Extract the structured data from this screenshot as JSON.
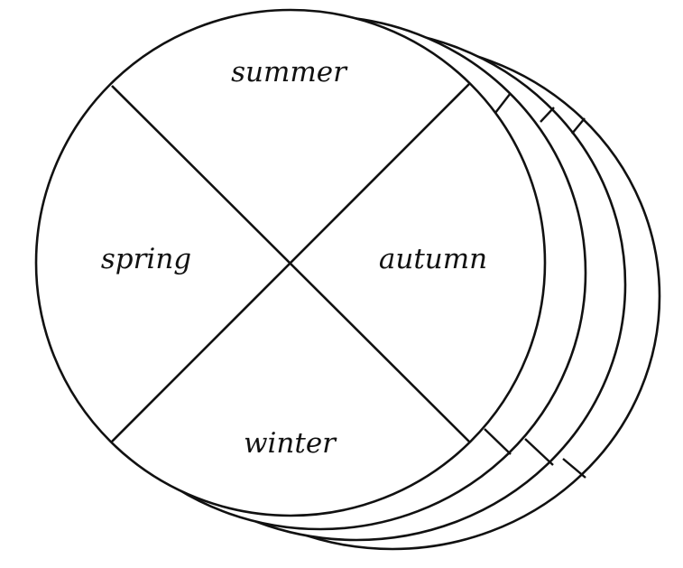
{
  "diagram": {
    "seasons": {
      "summer": "summer",
      "spring": "spring",
      "autumn": "autumn",
      "winter": "winter"
    },
    "stack_count": 4,
    "line_color": "#111111",
    "fill_color": "#ffffff"
  }
}
